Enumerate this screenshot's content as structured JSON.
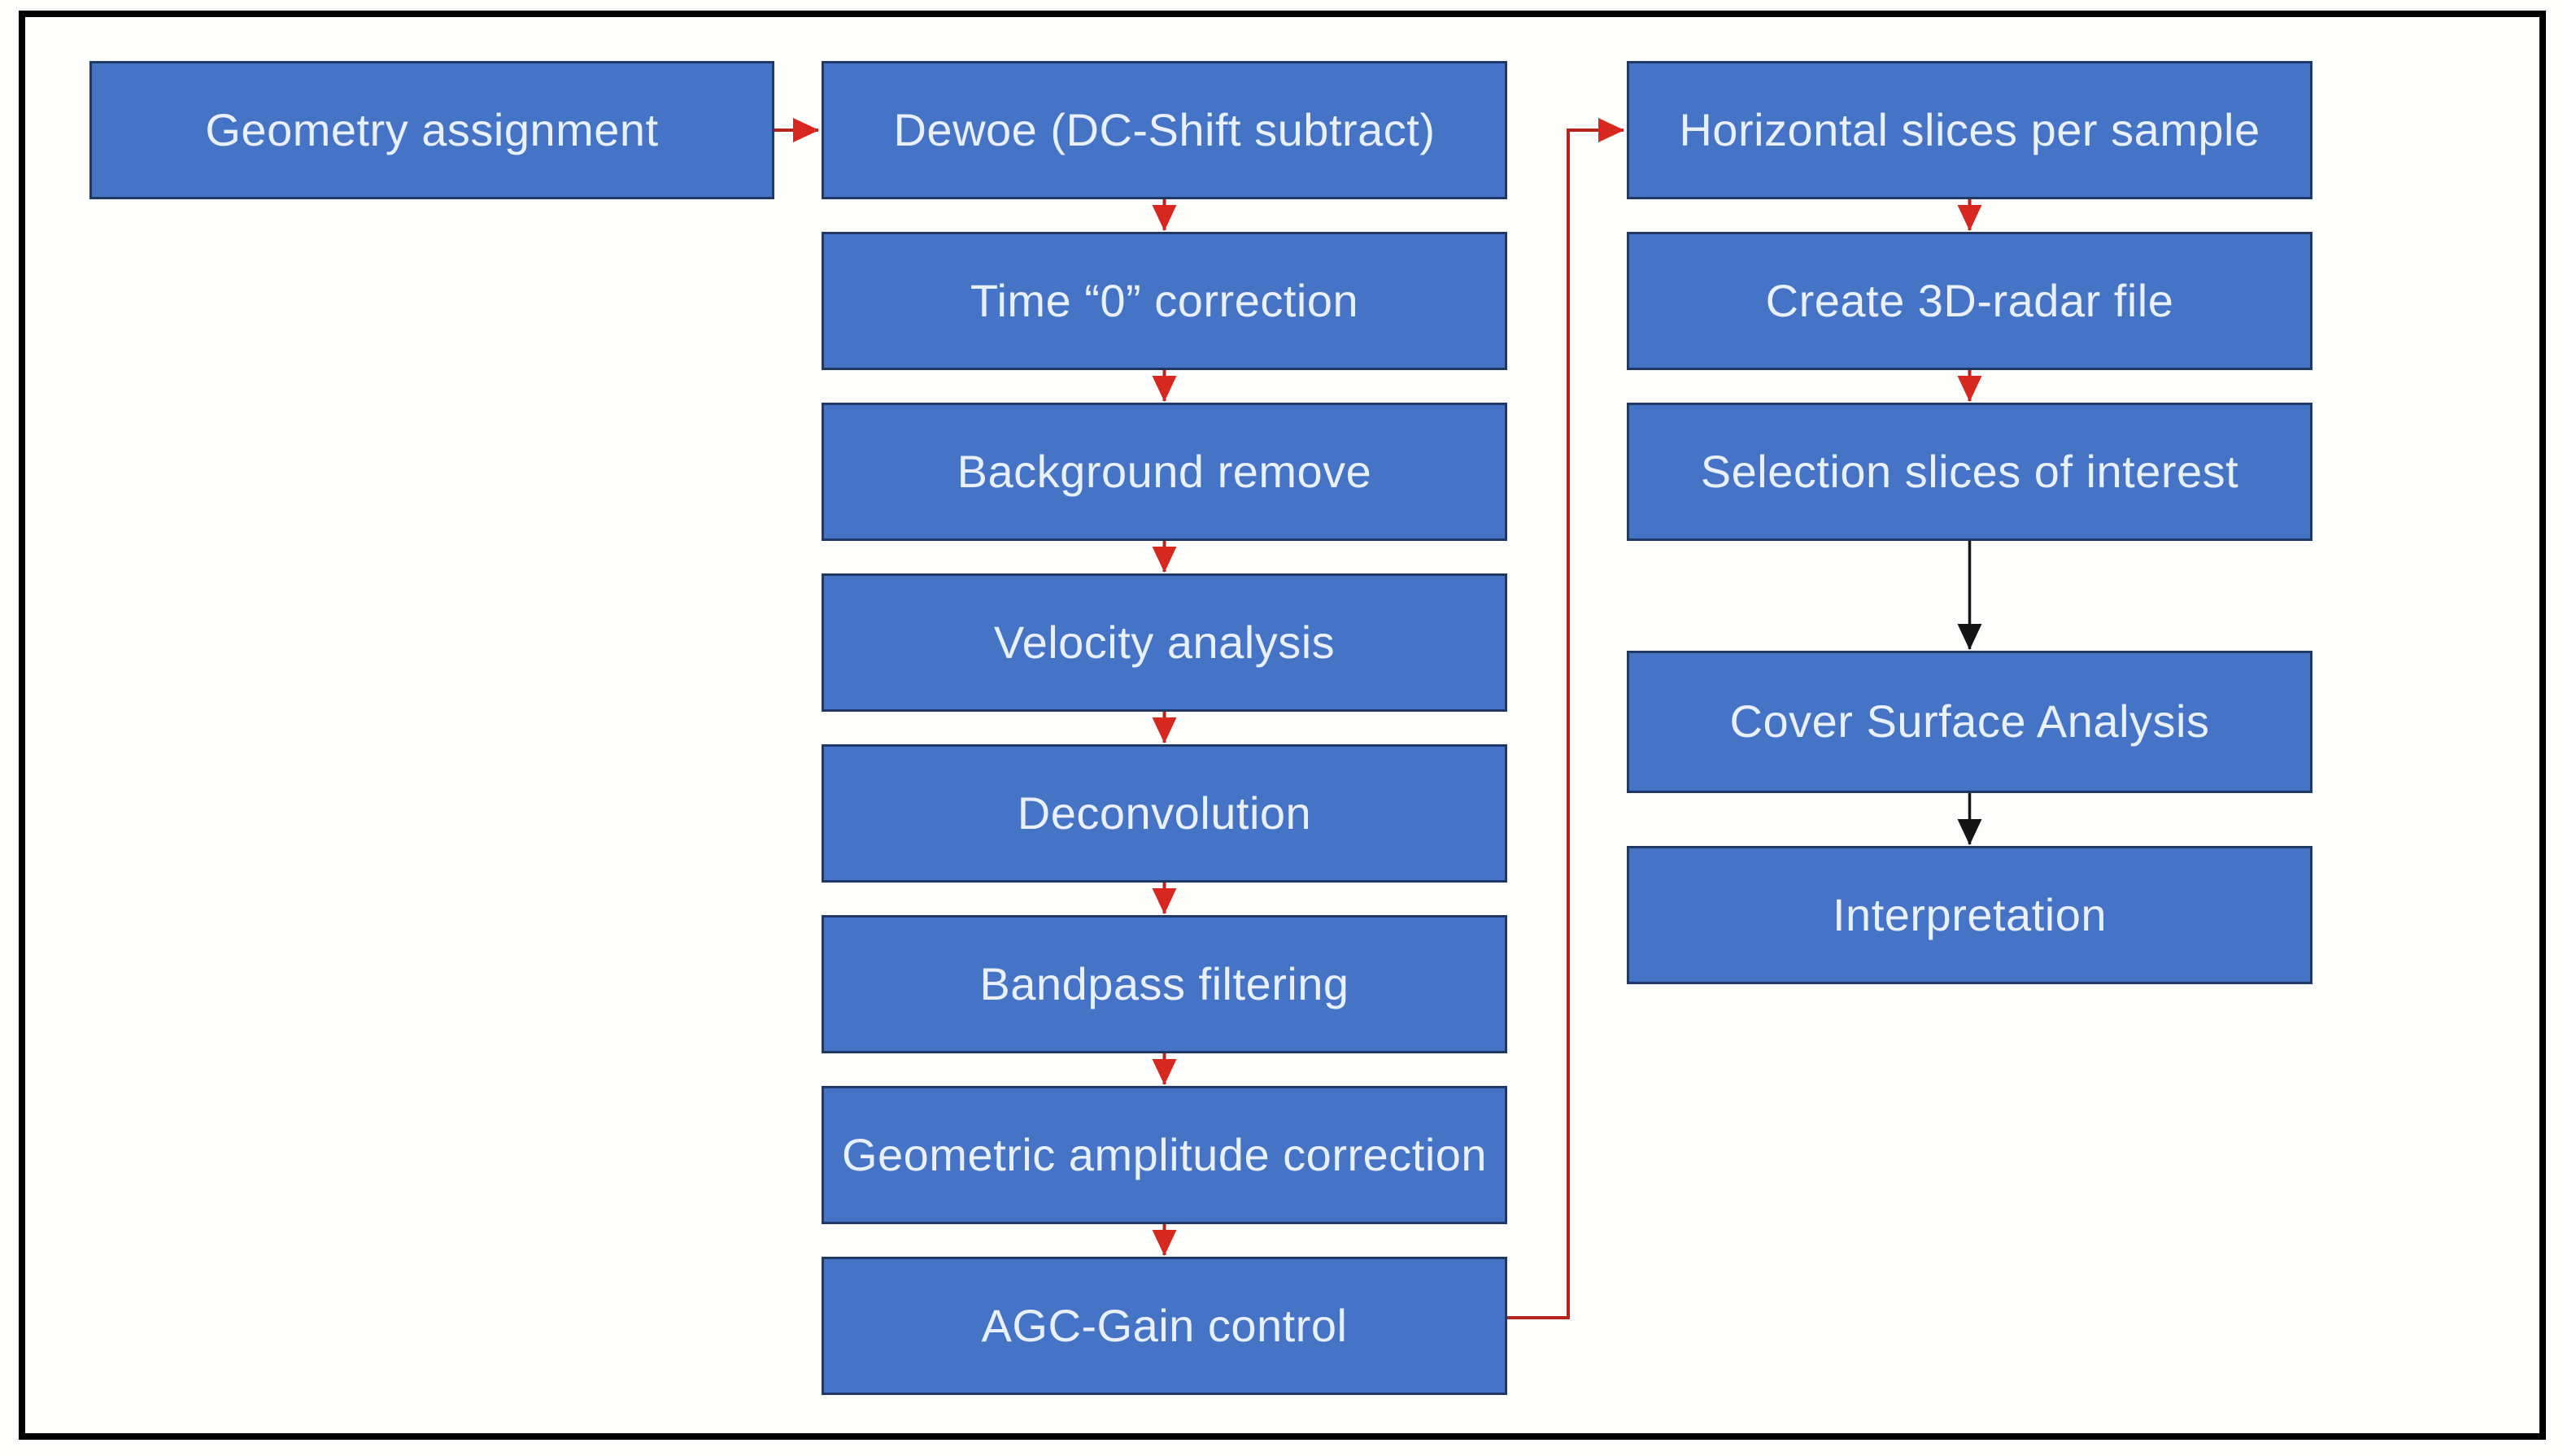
{
  "colors": {
    "background": "#fdfdfc",
    "frame": "#000000",
    "node_fill": "#4573c5",
    "node_border": "#1f3864",
    "node_text": "#e9f0fa",
    "red_line": "#b5251d",
    "red_head": "#d7281f",
    "black_line": "#141414",
    "black_head": "#141414"
  },
  "nodes": [
    {
      "id": "geometry-assignment",
      "label": "Geometry assignment"
    },
    {
      "id": "dewoe-dc-shift-subtract",
      "label": "Dewoe (DC-Shift subtract)"
    },
    {
      "id": "time-0-correction",
      "label": "Time “0” correction"
    },
    {
      "id": "background-remove",
      "label": "Background remove"
    },
    {
      "id": "velocity-analysis",
      "label": "Velocity analysis"
    },
    {
      "id": "deconvolution",
      "label": "Deconvolution"
    },
    {
      "id": "bandpass-filtering",
      "label": "Bandpass filtering"
    },
    {
      "id": "geometric-amplitude-correction",
      "label": "Geometric amplitude correction"
    },
    {
      "id": "agc-gain-control",
      "label": "AGC-Gain control"
    },
    {
      "id": "horizontal-slices-per-sample",
      "label": "Horizontal slices per sample"
    },
    {
      "id": "create-3d-radar-file",
      "label": "Create 3D-radar file"
    },
    {
      "id": "selection-slices-of-interest",
      "label": "Selection slices of interest"
    },
    {
      "id": "cover-surface-analysis",
      "label": "Cover Surface Analysis"
    },
    {
      "id": "interpretation",
      "label": "Interpretation"
    }
  ],
  "connections": [
    {
      "from": "geometry-assignment",
      "to": "dewoe-dc-shift-subtract",
      "color": "red",
      "style": "straight"
    },
    {
      "from": "dewoe-dc-shift-subtract",
      "to": "time-0-correction",
      "color": "red",
      "style": "straight"
    },
    {
      "from": "time-0-correction",
      "to": "background-remove",
      "color": "red",
      "style": "straight"
    },
    {
      "from": "background-remove",
      "to": "velocity-analysis",
      "color": "red",
      "style": "straight"
    },
    {
      "from": "velocity-analysis",
      "to": "deconvolution",
      "color": "red",
      "style": "straight"
    },
    {
      "from": "deconvolution",
      "to": "bandpass-filtering",
      "color": "red",
      "style": "straight"
    },
    {
      "from": "bandpass-filtering",
      "to": "geometric-amplitude-correction",
      "color": "red",
      "style": "straight"
    },
    {
      "from": "geometric-amplitude-correction",
      "to": "agc-gain-control",
      "color": "red",
      "style": "straight"
    },
    {
      "from": "agc-gain-control",
      "to": "horizontal-slices-per-sample",
      "color": "red",
      "style": "elbow"
    },
    {
      "from": "horizontal-slices-per-sample",
      "to": "create-3d-radar-file",
      "color": "red",
      "style": "straight"
    },
    {
      "from": "create-3d-radar-file",
      "to": "selection-slices-of-interest",
      "color": "red",
      "style": "straight"
    },
    {
      "from": "selection-slices-of-interest",
      "to": "cover-surface-analysis",
      "color": "black",
      "style": "straight"
    },
    {
      "from": "cover-surface-analysis",
      "to": "interpretation",
      "color": "black",
      "style": "straight"
    }
  ]
}
